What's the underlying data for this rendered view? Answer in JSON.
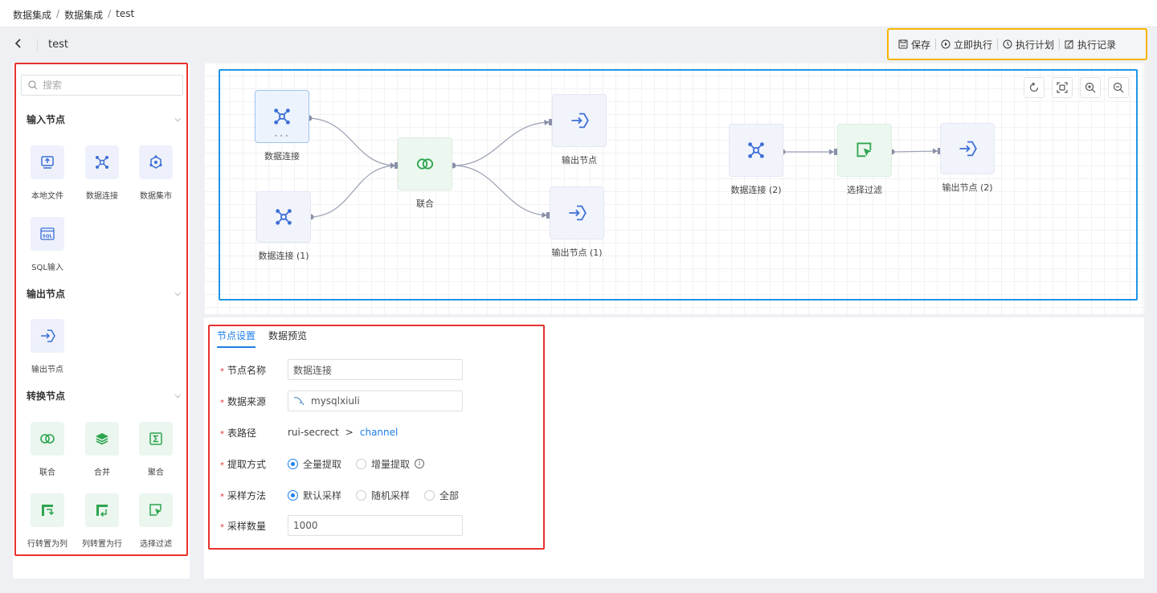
{
  "breadcrumb": [
    "数据集成",
    "数据集成",
    "test"
  ],
  "header": {
    "title": "test"
  },
  "toolbar": {
    "save": "保存",
    "run_now": "立即执行",
    "schedule": "执行计划",
    "history": "执行记录"
  },
  "colors": {
    "accent": "#1e7fe8",
    "highlight_red": "#e8312f",
    "highlight_blue": "#1e95e8",
    "highlight_yellow": "#f5b400",
    "node_icon_blue": "#3d6fd6",
    "node_icon_green": "#2ea44f"
  },
  "palette": {
    "search_placeholder": "搜索",
    "groups": [
      {
        "title": "输入节点",
        "items": [
          {
            "label": "本地文件",
            "icon": "upload-file-icon"
          },
          {
            "label": "数据连接",
            "icon": "network-icon"
          },
          {
            "label": "数据集市",
            "icon": "cube-network-icon"
          },
          {
            "label": "SQL输入",
            "icon": "sql-icon"
          }
        ]
      },
      {
        "title": "输出节点",
        "items": [
          {
            "label": "输出节点",
            "icon": "output-icon"
          }
        ]
      },
      {
        "title": "转换节点",
        "items": [
          {
            "label": "联合",
            "icon": "join-icon"
          },
          {
            "label": "合并",
            "icon": "layers-icon"
          },
          {
            "label": "聚合",
            "icon": "sigma-icon"
          },
          {
            "label": "行转置为列",
            "icon": "row-to-col-icon"
          },
          {
            "label": "列转置为行",
            "icon": "col-to-row-icon"
          },
          {
            "label": "选择过滤",
            "icon": "filter-select-icon"
          }
        ]
      }
    ]
  },
  "canvas": {
    "nodes": [
      {
        "label": "数据连接",
        "icon": "network-icon"
      },
      {
        "label": "数据连接 (1)",
        "icon": "network-icon"
      },
      {
        "label": "联合",
        "icon": "join-icon"
      },
      {
        "label": "输出节点",
        "icon": "output-icon"
      },
      {
        "label": "输出节点 (1)",
        "icon": "output-icon"
      },
      {
        "label": "数据连接 (2)",
        "icon": "network-icon"
      },
      {
        "label": "选择过滤",
        "icon": "filter-select-icon"
      },
      {
        "label": "输出节点 (2)",
        "icon": "output-icon"
      }
    ]
  },
  "settings": {
    "tabs": [
      "节点设置",
      "数据预览"
    ],
    "node_name_label": "节点名称",
    "node_name_value": "数据连接",
    "source_label": "数据来源",
    "source_value": "mysqlxiuli",
    "table_path_label": "表路径",
    "table_path_db": "rui-secrect",
    "table_path_sep": ">",
    "table_path_table": "channel",
    "extract_label": "提取方式",
    "extract_options": [
      "全量提取",
      "增量提取"
    ],
    "sample_method_label": "采样方法",
    "sample_options": [
      "默认采样",
      "随机采样",
      "全部"
    ],
    "sample_count_label": "采样数量",
    "sample_count_value": "1000"
  }
}
